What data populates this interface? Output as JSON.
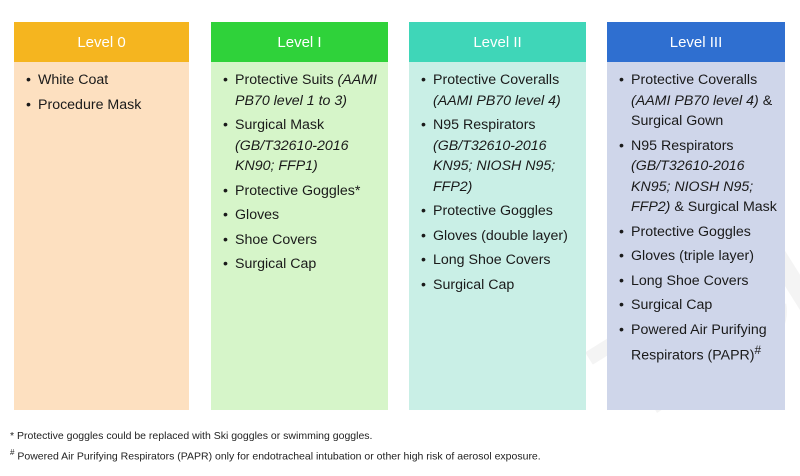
{
  "colors": {
    "level0_header": "#f5b51f",
    "level0_body": "#fde0c0",
    "level1_header": "#2fd23a",
    "level1_body": "#d6f5c9",
    "level2_header": "#3fd6b8",
    "level2_body": "#c9efe6",
    "level3_header": "#2f6fd0",
    "level3_body": "#cfd6ea"
  },
  "levels": [
    {
      "title": "Level 0",
      "items": [
        {
          "text": "White Coat"
        },
        {
          "text": "Procedure Mask"
        }
      ]
    },
    {
      "title": "Level I",
      "items": [
        {
          "text": "Protective Suits",
          "note": "(AAMI PB70 level 1 to 3)"
        },
        {
          "text": "Surgical Mask",
          "note": "(GB/T32610-2016 KN90; FFP1)"
        },
        {
          "text": "Protective Goggles*"
        },
        {
          "text": "Gloves"
        },
        {
          "text": "Shoe Covers"
        },
        {
          "text": "Surgical Cap"
        }
      ]
    },
    {
      "title": "Level II",
      "items": [
        {
          "text": "Protective Coveralls",
          "note": "(AAMI PB70 level 4)"
        },
        {
          "text": "N95 Respirators",
          "note": "(GB/T32610-2016 KN95; NIOSH N95; FFP2)"
        },
        {
          "text": "Protective Goggles"
        },
        {
          "text": "Gloves (double layer)"
        },
        {
          "text": "Long Shoe Covers"
        },
        {
          "text": "Surgical Cap"
        }
      ]
    },
    {
      "title": "Level III",
      "items": [
        {
          "text": "Protective Coveralls",
          "note": "(AAMI PB70 level 4)",
          "suffix": "& Surgical Gown"
        },
        {
          "text": "N95 Respirators",
          "note": "(GB/T32610-2016 KN95; NIOSH N95; FFP2)",
          "suffix": "& Surgical Mask"
        },
        {
          "text": "Protective Goggles"
        },
        {
          "text": "Gloves (triple layer)"
        },
        {
          "text": "Long Shoe Covers"
        },
        {
          "text": "Surgical Cap"
        },
        {
          "text": "Powered Air Purifying Respirators (PAPR)",
          "sup": "#"
        }
      ]
    }
  ],
  "footnotes": [
    {
      "mark": "*",
      "text": "Protective goggles could be replaced with Ski goggles or swimming goggles."
    },
    {
      "mark": "#",
      "text": "Powered Air Purifying Respirators (PAPR) only for endotracheal intubation or other high risk of aerosol exposure."
    }
  ],
  "watermark": "TICI"
}
